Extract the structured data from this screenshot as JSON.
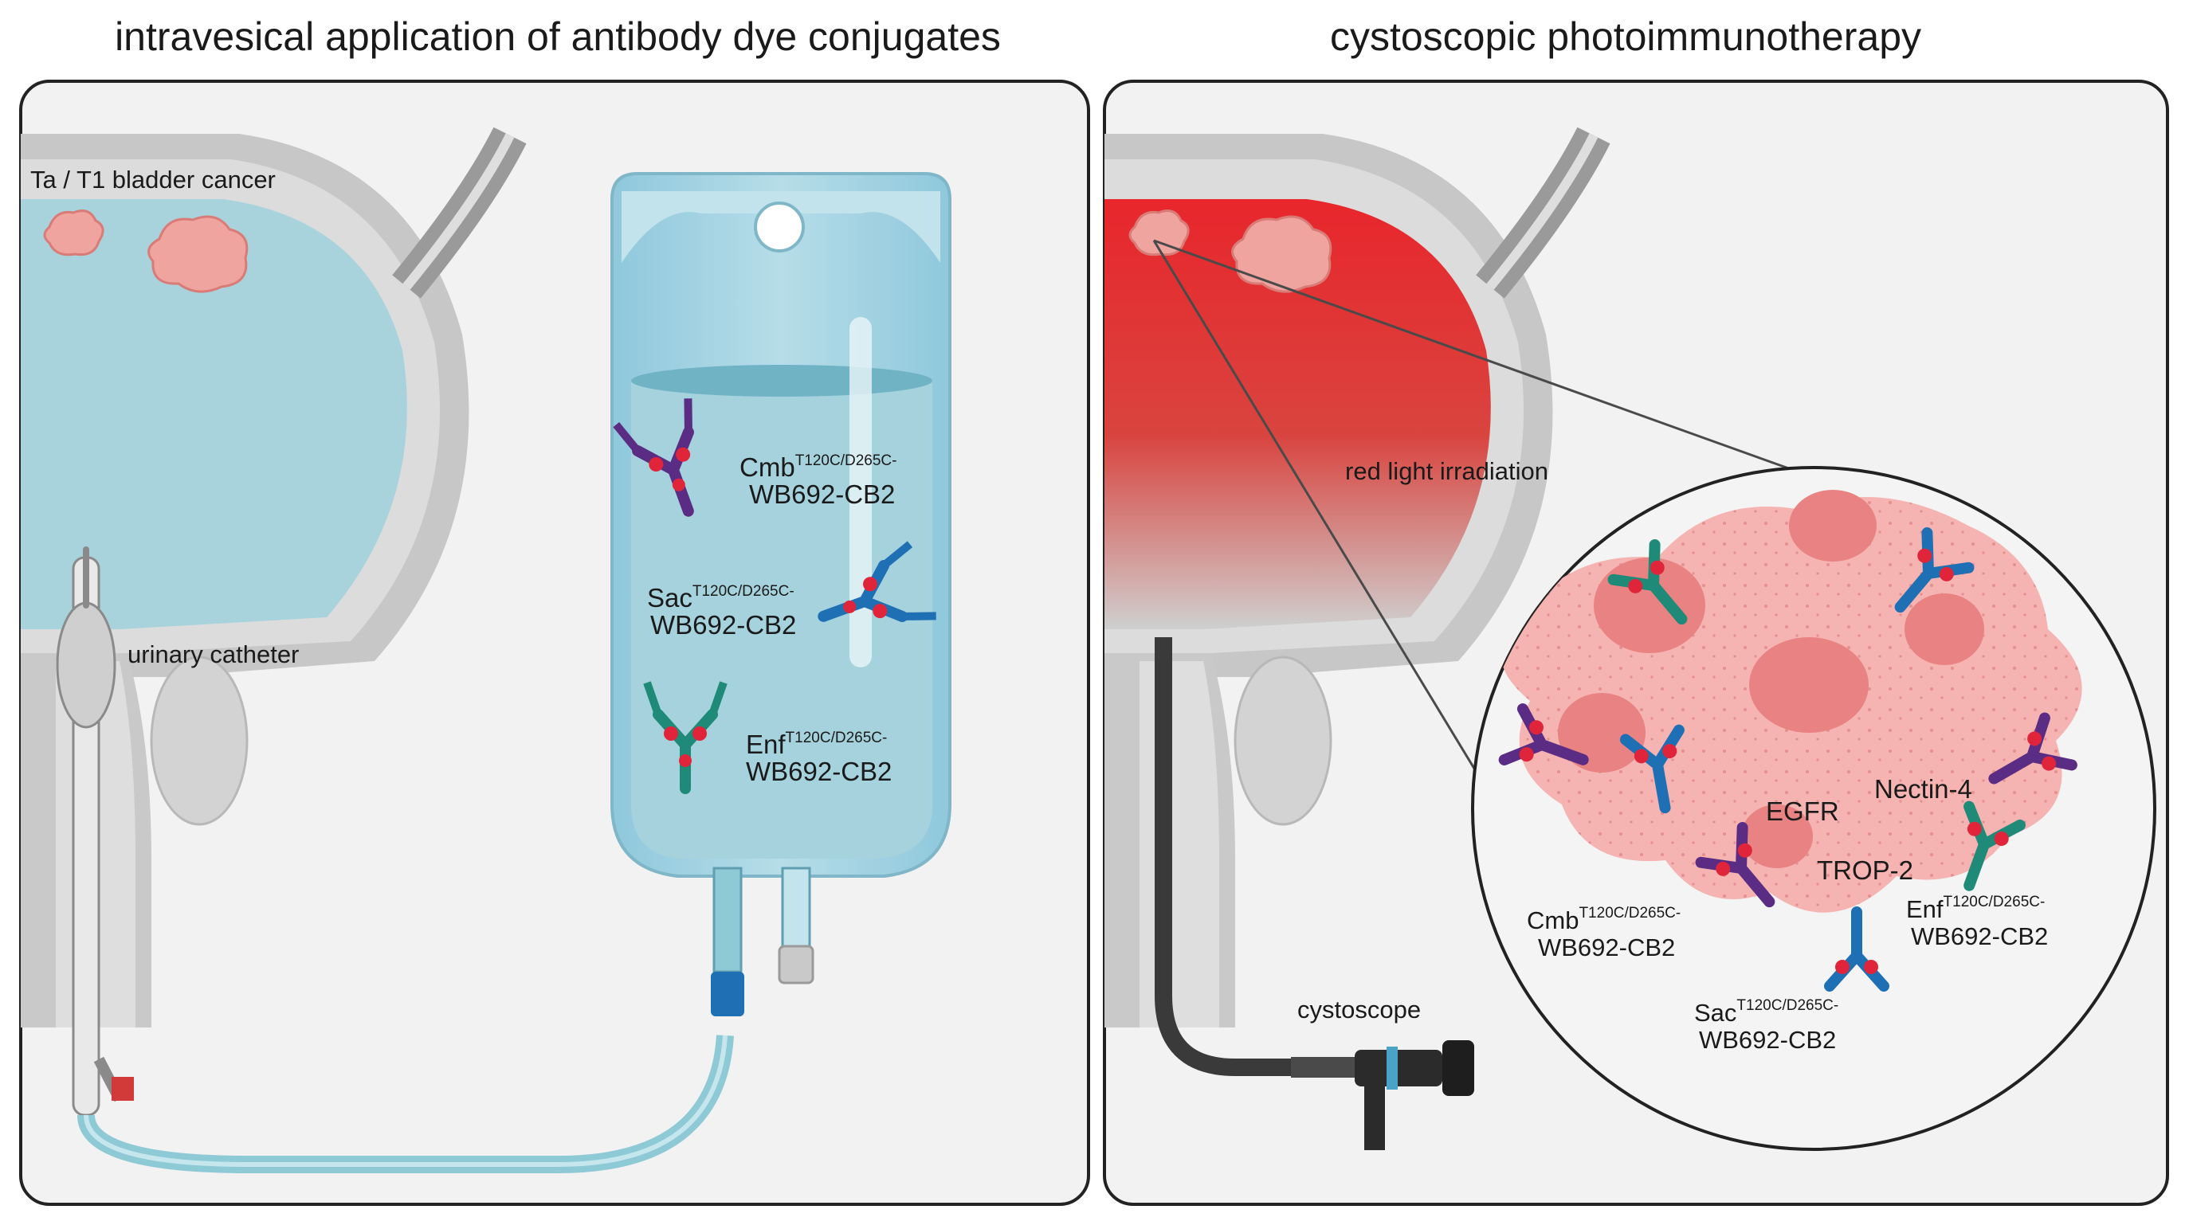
{
  "titles": {
    "left": "intravesical application of antibody dye conjugates",
    "right": "cystoscopic photoimmunotherapy"
  },
  "left_panel": {
    "tumor_label": "Ta / T1 bladder cancer",
    "catheter_label": "urinary catheter",
    "bag_antibodies": [
      {
        "name": "Cmb",
        "sup": "T120C/D265C",
        "dash": "-",
        "line2": "WB692-CB2",
        "color": "#5b2c83"
      },
      {
        "name": "Sac",
        "sup": "T120C/D265C",
        "dash": "-",
        "line2": "WB692-CB2",
        "color": "#1f6fb5"
      },
      {
        "name": "Enf",
        "sup": "T120C/D265C",
        "dash": "-",
        "line2": "WB692-CB2",
        "color": "#1f8a78"
      }
    ]
  },
  "right_panel": {
    "irradiation_label": "red light irradiation",
    "cystoscope_label": "cystoscope",
    "targets": {
      "egfr": "EGFR",
      "nectin": "Nectin-4",
      "trop": "TROP-2"
    },
    "zoom_antibodies": [
      {
        "name": "Cmb",
        "sup": "T120C/D265C",
        "dash": "-",
        "line2": "WB692-CB2"
      },
      {
        "name": "Sac",
        "sup": "T120C/D265C",
        "dash": "-",
        "line2": "WB692-CB2"
      },
      {
        "name": "Enf",
        "sup": "T120C/D265C",
        "dash": "-",
        "line2": "WB692-CB2"
      }
    ]
  },
  "colors": {
    "cmb": "#5b2c83",
    "sac": "#1f6fb5",
    "enf": "#1f8a78",
    "fluid": "#a8d3dc",
    "tumor": "#f0a4a0",
    "irradiated": "#e53a3a",
    "dye": "#e0253a"
  }
}
